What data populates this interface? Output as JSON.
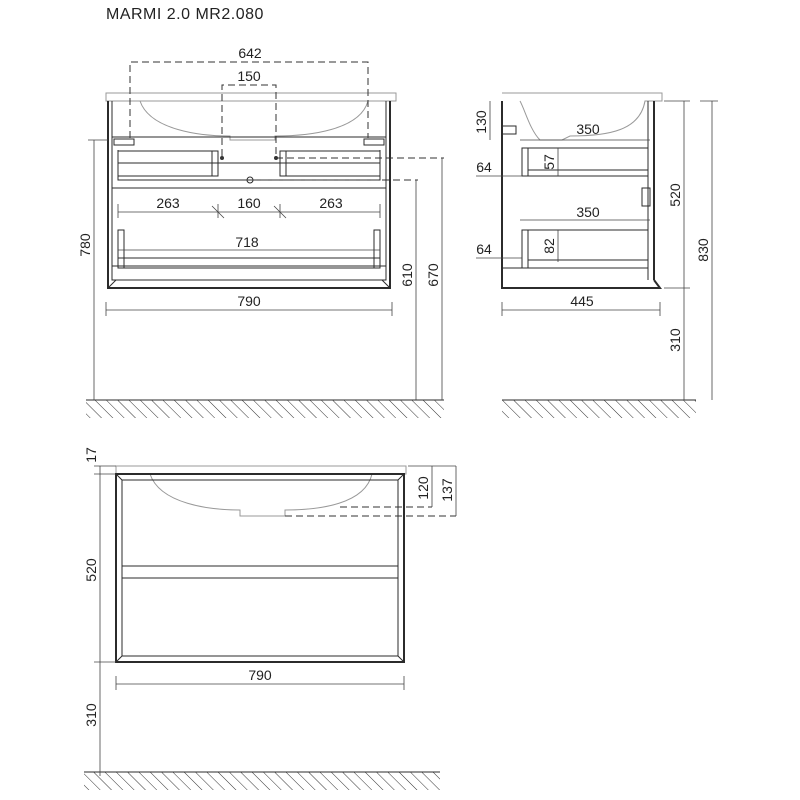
{
  "title": "MARMI 2.0 MR2.080",
  "dimensions": {
    "front": {
      "d642": "642",
      "d150": "150",
      "d263a": "263",
      "d160": "160",
      "d263b": "263",
      "d718": "718",
      "d790": "790",
      "d780": "780",
      "d610": "610",
      "d670": "670"
    },
    "side": {
      "d130": "130",
      "d350a": "350",
      "d64a": "64",
      "d57": "57",
      "d350b": "350",
      "d82": "82",
      "d64b": "64",
      "d445": "445",
      "d520": "520",
      "d830": "830",
      "d310": "310"
    },
    "bottom": {
      "d17": "17",
      "d520": "520",
      "d120": "120",
      "d137": "137",
      "d790": "790",
      "d310": "310"
    }
  }
}
